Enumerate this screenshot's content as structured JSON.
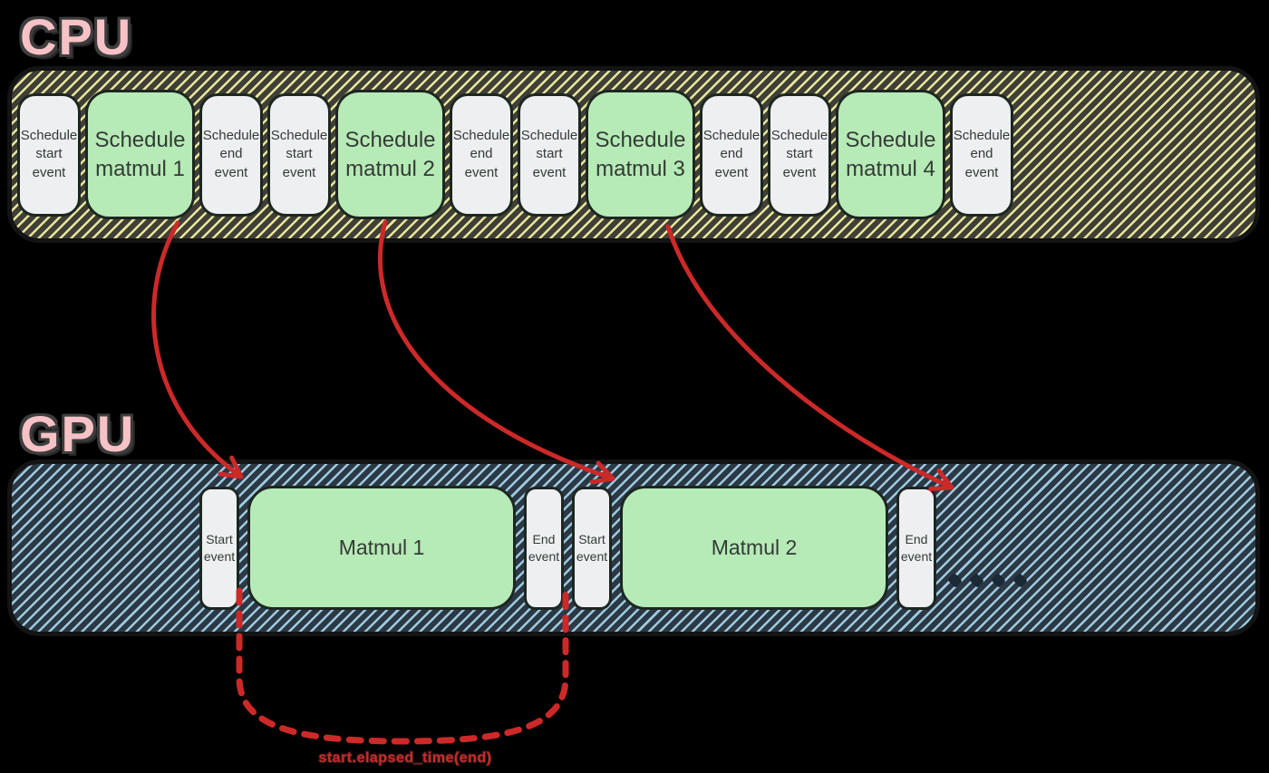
{
  "colors": {
    "background": "#000000",
    "heading-pink": "#f6c2c6",
    "heading-outline": "#3d3d3d",
    "arrow-red": "#cc2929",
    "task-green": "#b6eab6",
    "event-white": "#edeff1",
    "box-border": "#1d2621",
    "box-text": "#333b35",
    "band-border": "#141414",
    "cpu-band-dark": "#3f3f37",
    "cpu-stripe-yellow": "#e8e69c",
    "gpu-band-dark": "#2b3945",
    "gpu-stripe-blue": "#9fc9df",
    "dot-dark": "#1b2836"
  },
  "cpu": {
    "label": "CPU",
    "boxes": [
      {
        "name": "cpu-schedule-start-event-1",
        "type": "event",
        "label": "Schedule\nstart\nevent"
      },
      {
        "name": "cpu-schedule-matmul-1",
        "type": "task",
        "label": "Schedule\nmatmul 1"
      },
      {
        "name": "cpu-schedule-end-event-1",
        "type": "event",
        "label": "Schedule\nend\nevent"
      },
      {
        "name": "cpu-schedule-start-event-2",
        "type": "event",
        "label": "Schedule\nstart\nevent"
      },
      {
        "name": "cpu-schedule-matmul-2",
        "type": "task",
        "label": "Schedule\nmatmul 2"
      },
      {
        "name": "cpu-schedule-end-event-2",
        "type": "event",
        "label": "Schedule\nend\nevent"
      },
      {
        "name": "cpu-schedule-start-event-3",
        "type": "event",
        "label": "Schedule\nstart\nevent"
      },
      {
        "name": "cpu-schedule-matmul-3",
        "type": "task",
        "label": "Schedule\nmatmul 3"
      },
      {
        "name": "cpu-schedule-end-event-3",
        "type": "event",
        "label": "Schedule\nend\nevent"
      },
      {
        "name": "cpu-schedule-start-event-4",
        "type": "event",
        "label": "Schedule\nstart\nevent"
      },
      {
        "name": "cpu-schedule-matmul-4",
        "type": "task",
        "label": "Schedule\nmatmul 4"
      },
      {
        "name": "cpu-schedule-end-event-4",
        "type": "event",
        "label": "Schedule\nend\nevent"
      }
    ]
  },
  "gpu": {
    "label": "GPU",
    "boxes": [
      {
        "name": "gpu-start-event-1",
        "type": "event",
        "label": "Start\nevent"
      },
      {
        "name": "gpu-matmul-1",
        "type": "task",
        "label": "Matmul 1"
      },
      {
        "name": "gpu-end-event-1",
        "type": "event",
        "label": "End\nevent"
      },
      {
        "name": "gpu-start-event-2",
        "type": "event",
        "label": "Start\nevent"
      },
      {
        "name": "gpu-matmul-2",
        "type": "task",
        "label": "Matmul 2"
      },
      {
        "name": "gpu-end-event-2",
        "type": "event",
        "label": "End\nevent"
      }
    ],
    "continuation_dots": 4
  },
  "annotation": {
    "label": "start.elapsed_time(end)"
  }
}
